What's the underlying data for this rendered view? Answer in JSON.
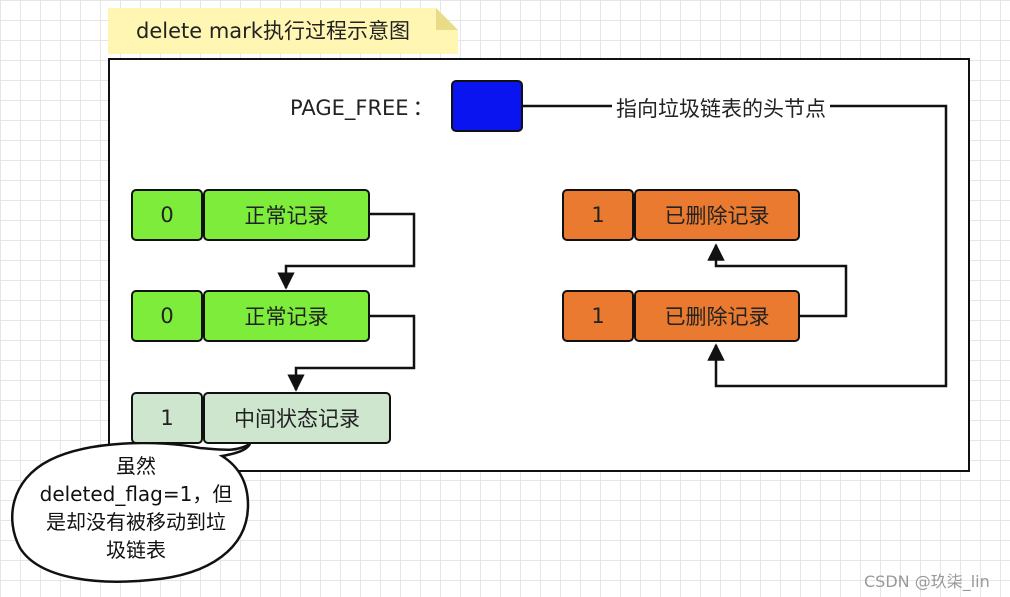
{
  "title": "delete mark执行过程示意图",
  "page_free": {
    "label": "PAGE_FREE",
    "colon": "：",
    "pointer_text": "指向垃圾链表的头节点",
    "box_color": "#0a14f0"
  },
  "left_records": [
    {
      "flag": "0",
      "text": "正常记录",
      "state": "normal"
    },
    {
      "flag": "0",
      "text": "正常记录",
      "state": "normal"
    },
    {
      "flag": "1",
      "text": "中间状态记录",
      "state": "intermediate"
    }
  ],
  "right_records": [
    {
      "flag": "1",
      "text": "已删除记录",
      "state": "deleted"
    },
    {
      "flag": "1",
      "text": "已删除记录",
      "state": "deleted"
    }
  ],
  "callout": {
    "line1": "虽然",
    "line2": "deleted_flag=1，但",
    "line3": "是却没有被移动到垃",
    "line4": "圾链表"
  },
  "watermark": "CSDN @玖柒_lin",
  "colors": {
    "normal": "#7eec3b",
    "intermediate": "#cde6cd",
    "deleted": "#ea7a2f",
    "title_note": "#fff6b3"
  }
}
